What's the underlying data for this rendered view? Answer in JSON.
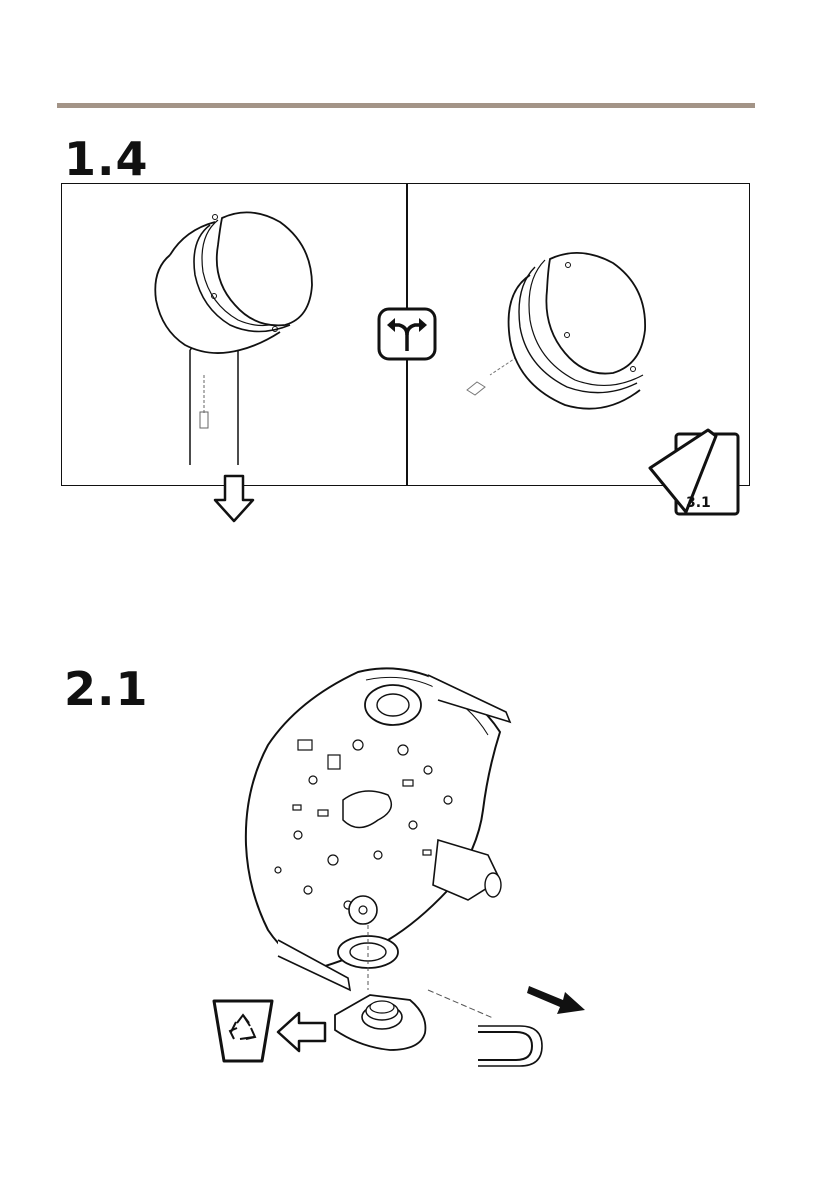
{
  "steps": [
    {
      "number": "1.4"
    },
    {
      "number": "2.1"
    }
  ],
  "page_reference": "3.1",
  "icons": {
    "alternative": "split-arrow-icon",
    "continue_down": "arrow-down-icon",
    "go_to_step": "page-corner-icon",
    "recycle": "recycle-bin-icon",
    "discard": "arrow-left-icon",
    "remove": "arrow-right-icon"
  },
  "colors": {
    "rule": "#a39487",
    "line": "#111111"
  }
}
